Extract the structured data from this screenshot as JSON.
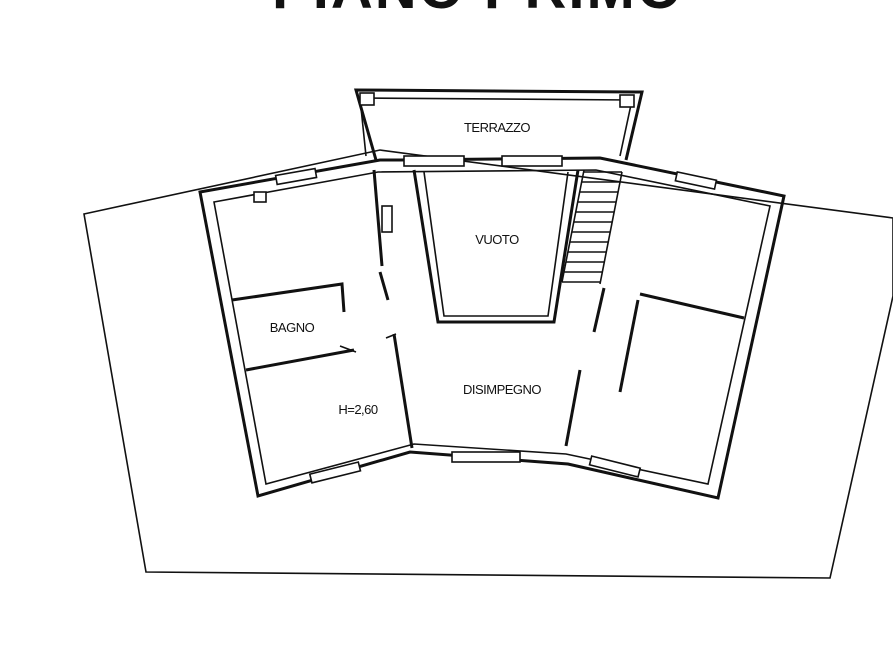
{
  "plan": {
    "title": "PIANO PRIMO",
    "rooms": {
      "terrazzo": "TERRAZZO",
      "vuoto": "VUOTO",
      "bagno": "BAGNO",
      "disimpegno": "DISIMPEGNO",
      "height_note": "H=2,60"
    }
  }
}
